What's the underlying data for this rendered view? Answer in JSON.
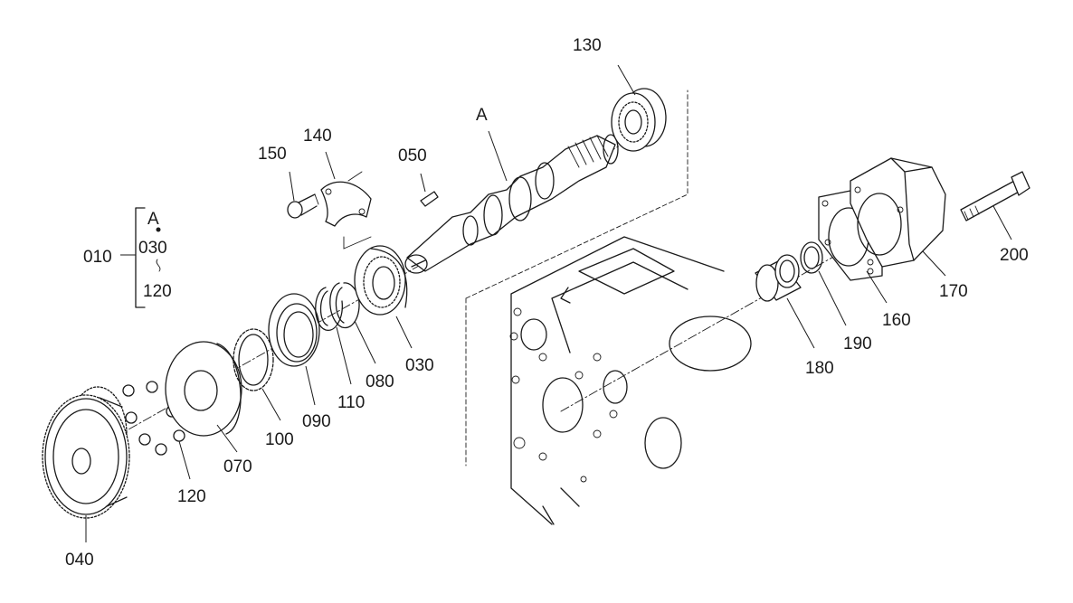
{
  "group": {
    "assembly_label": "010",
    "items": [
      "A",
      "030",
      "120"
    ]
  },
  "parts": {
    "p130": "130",
    "p140": "140",
    "p150": "150",
    "p050": "050",
    "pA": "A",
    "p200": "200",
    "p170": "170",
    "p160": "160",
    "p190": "190",
    "p180": "180",
    "p030": "030",
    "p080": "080",
    "p110": "110",
    "p090": "090",
    "p100": "100",
    "p070": "070",
    "p120": "120",
    "p040": "040"
  }
}
